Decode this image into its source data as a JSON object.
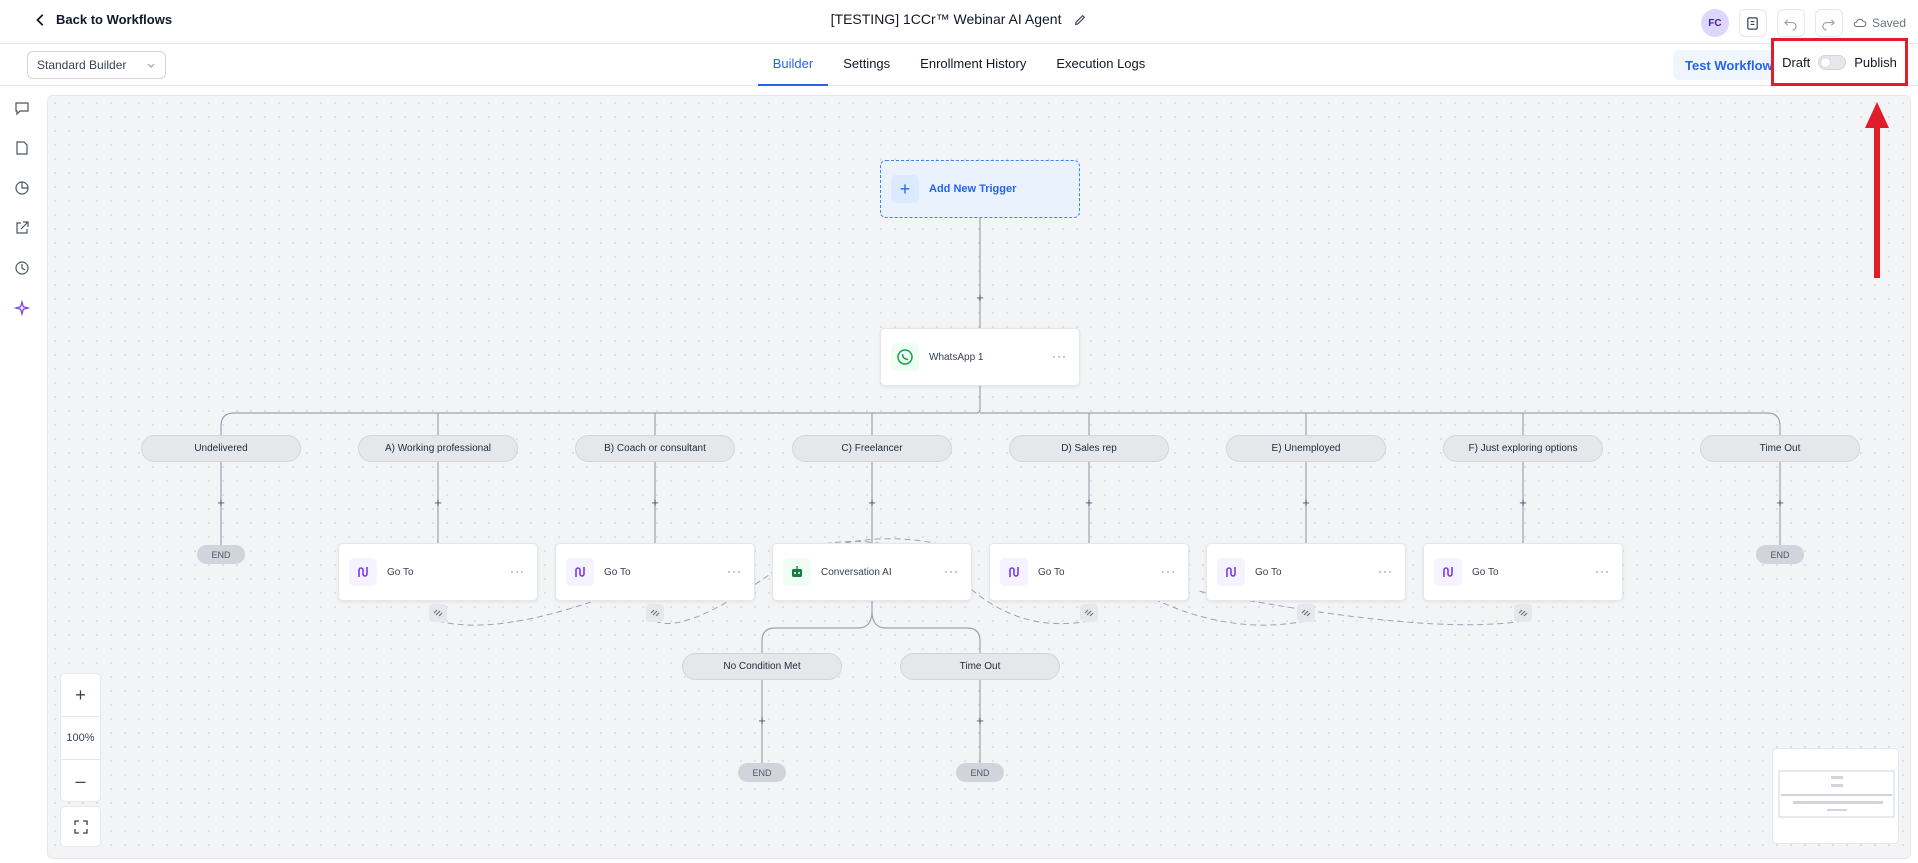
{
  "header": {
    "back_label": "Back to Workflows",
    "title": "[TESTING] 1CCr™ Webinar AI Agent",
    "avatar_initials": "FC",
    "saved_label": "Saved"
  },
  "subbar": {
    "builder_mode": "Standard Builder",
    "tabs": [
      {
        "label": "Builder",
        "active": true
      },
      {
        "label": "Settings",
        "active": false
      },
      {
        "label": "Enrollment History",
        "active": false
      },
      {
        "label": "Execution Logs",
        "active": false
      }
    ],
    "test_workflow_label": "Test Workflow",
    "draft_label": "Draft",
    "publish_label": "Publish",
    "published": false
  },
  "canvas": {
    "trigger_label": "Add New Trigger",
    "root_node": "WhatsApp 1",
    "branches": [
      {
        "label": "Undelivered"
      },
      {
        "label": "A) Working professional",
        "node": "Go To"
      },
      {
        "label": "B) Coach or consultant",
        "node": "Go To"
      },
      {
        "label": "C) Freelancer",
        "node": "Conversation AI"
      },
      {
        "label": "D) Sales rep",
        "node": "Go To"
      },
      {
        "label": "E) Unemployed",
        "node": "Go To"
      },
      {
        "label": "F) Just exploring options",
        "node": "Go To"
      },
      {
        "label": "Time Out"
      }
    ],
    "ai_branches": [
      {
        "label": "No Condition Met"
      },
      {
        "label": "Time Out"
      }
    ],
    "end_label": "END",
    "zoom": "100%"
  },
  "colors": {
    "accent": "#2563eb",
    "highlight": "#e11d2a",
    "whatsapp": "#16a34a",
    "goto_icon": "#7c3aed"
  }
}
